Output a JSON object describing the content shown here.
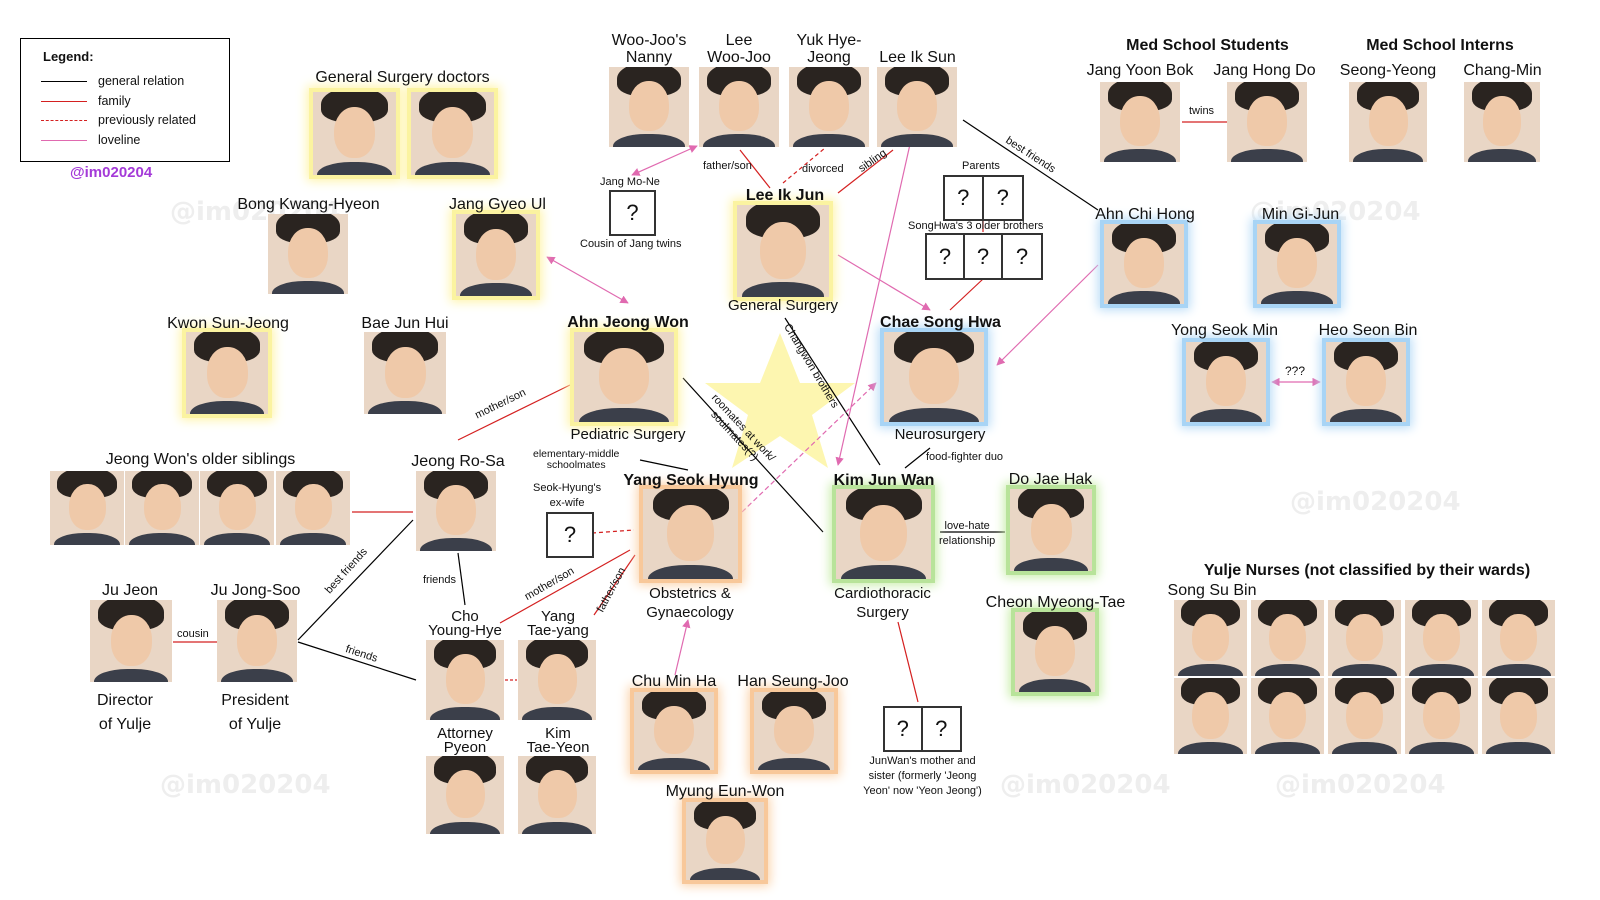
{
  "legend": {
    "title": "Legend:",
    "items": [
      {
        "label": "general relation",
        "color": "#000000",
        "style": "solid"
      },
      {
        "label": "family",
        "color": "#d42020",
        "style": "solid"
      },
      {
        "label": "previously related",
        "color": "#d42020",
        "style": "dashed"
      },
      {
        "label": "loveline",
        "color": "#e06ab0",
        "style": "solid"
      }
    ]
  },
  "credit": "@im020204",
  "watermark": "@im020204",
  "colors": {
    "general": "#000000",
    "family": "#d42020",
    "loveline": "#e06ab0",
    "star": "#fdf6b0",
    "yellow": "#fbf3a0",
    "blue": "#a8d4f5",
    "green": "#b8e39a",
    "orange": "#f8c89a"
  },
  "groups": {
    "gs_doctors": "General Surgery doctors",
    "med_students": "Med School Students",
    "med_interns": "Med School Interns",
    "jw_siblings": "Jeong Won's older siblings",
    "nurses": "Yulje Nurses (not classified by their wards)"
  },
  "people": {
    "nanny": "Woo-Joo's\nNanny",
    "woojoo": "Lee\nWoo-Joo",
    "yuk": "Yuk Hye-\nJeong",
    "ik_sun": "Lee Ik Sun",
    "bong": "Bong Kwang-Hyeon",
    "jang_gyeo_ul": "Jang Gyeo Ul",
    "kwon": "Kwon Sun-Jeong",
    "bae": "Bae Jun Hui",
    "ik_jun": "Lee Ik Jun",
    "ik_jun_dept": "General Surgery",
    "jeong_won": "Ahn Jeong Won",
    "jeong_won_dept": "Pediatric Surgery",
    "song_hwa": "Chae Song Hwa",
    "song_hwa_dept": "Neurosurgery",
    "seok_hyung": "Yang Seok Hyung",
    "seok_hyung_dept": "Obstetrics &\nGynaecology",
    "jun_wan": "Kim Jun Wan",
    "jun_wan_dept": "Cardiothoracic\nSurgery",
    "jang_yoon_bok": "Jang Yoon Bok",
    "jang_hong_do": "Jang Hong Do",
    "seong_yeong": "Seong-Yeong",
    "chang_min": "Chang-Min",
    "ahn_chi_hong": "Ahn Chi Hong",
    "min_gi_jun": "Min Gi-Jun",
    "yong_seok_min": "Yong Seok Min",
    "heo_seon_bin": "Heo Seon Bin",
    "ro_sa": "Jeong Ro-Sa",
    "ju_jeon": "Ju Jeon",
    "ju_jeon_title": "Director\nof Yulje",
    "ju_jong_soo": "Ju Jong-Soo",
    "ju_jong_soo_title": "President\nof Yulje",
    "cho": "Cho\nYoung-Hye",
    "yang_tae_yang": "Yang\nTae-yang",
    "pyeon": "Attorney\nPyeon",
    "kim_tae_yeon": "Kim\nTae-Yeon",
    "chu": "Chu Min Ha",
    "han": "Han Seung-Joo",
    "myung": "Myung Eun-Won",
    "do_jae_hak": "Do Jae Hak",
    "cheon": "Cheon Myeong-Tae",
    "song_su_bin": "Song Su Bin"
  },
  "unknowns": {
    "jang_mo_ne": "Jang Mo-Ne",
    "jang_mo_ne_note": "Cousin of Jang twins",
    "parents": "Parents",
    "brothers_note": "SongHwa's 3 older brothers",
    "ex_wife": "Seok-Hyung's\nex-wife",
    "junwan_family": "JunWan's mother and\nsister (formerly 'Jeong\nYeon' now 'Yeon Jeong')",
    "qmark": "?"
  },
  "relations": {
    "father_son": "father/son",
    "divorced": "divorced",
    "sibling": "sibling",
    "best_friends": "best friends",
    "twins": "twins",
    "changwon": "Changwon brothers",
    "roommates": "roomates at work/\nsoulmates(?)",
    "mother_son": "mother/son",
    "elementary": "elementary-middle\nschoolmates",
    "food_fighter": "food-fighter duo",
    "love_hate": "love-hate\nrelationship",
    "qqq": "???",
    "cousin": "cousin",
    "best_friends2": "best friends",
    "friends": "friends",
    "friends2": "friends",
    "mother_son2": "mother/son",
    "father_son2": "father/son"
  }
}
